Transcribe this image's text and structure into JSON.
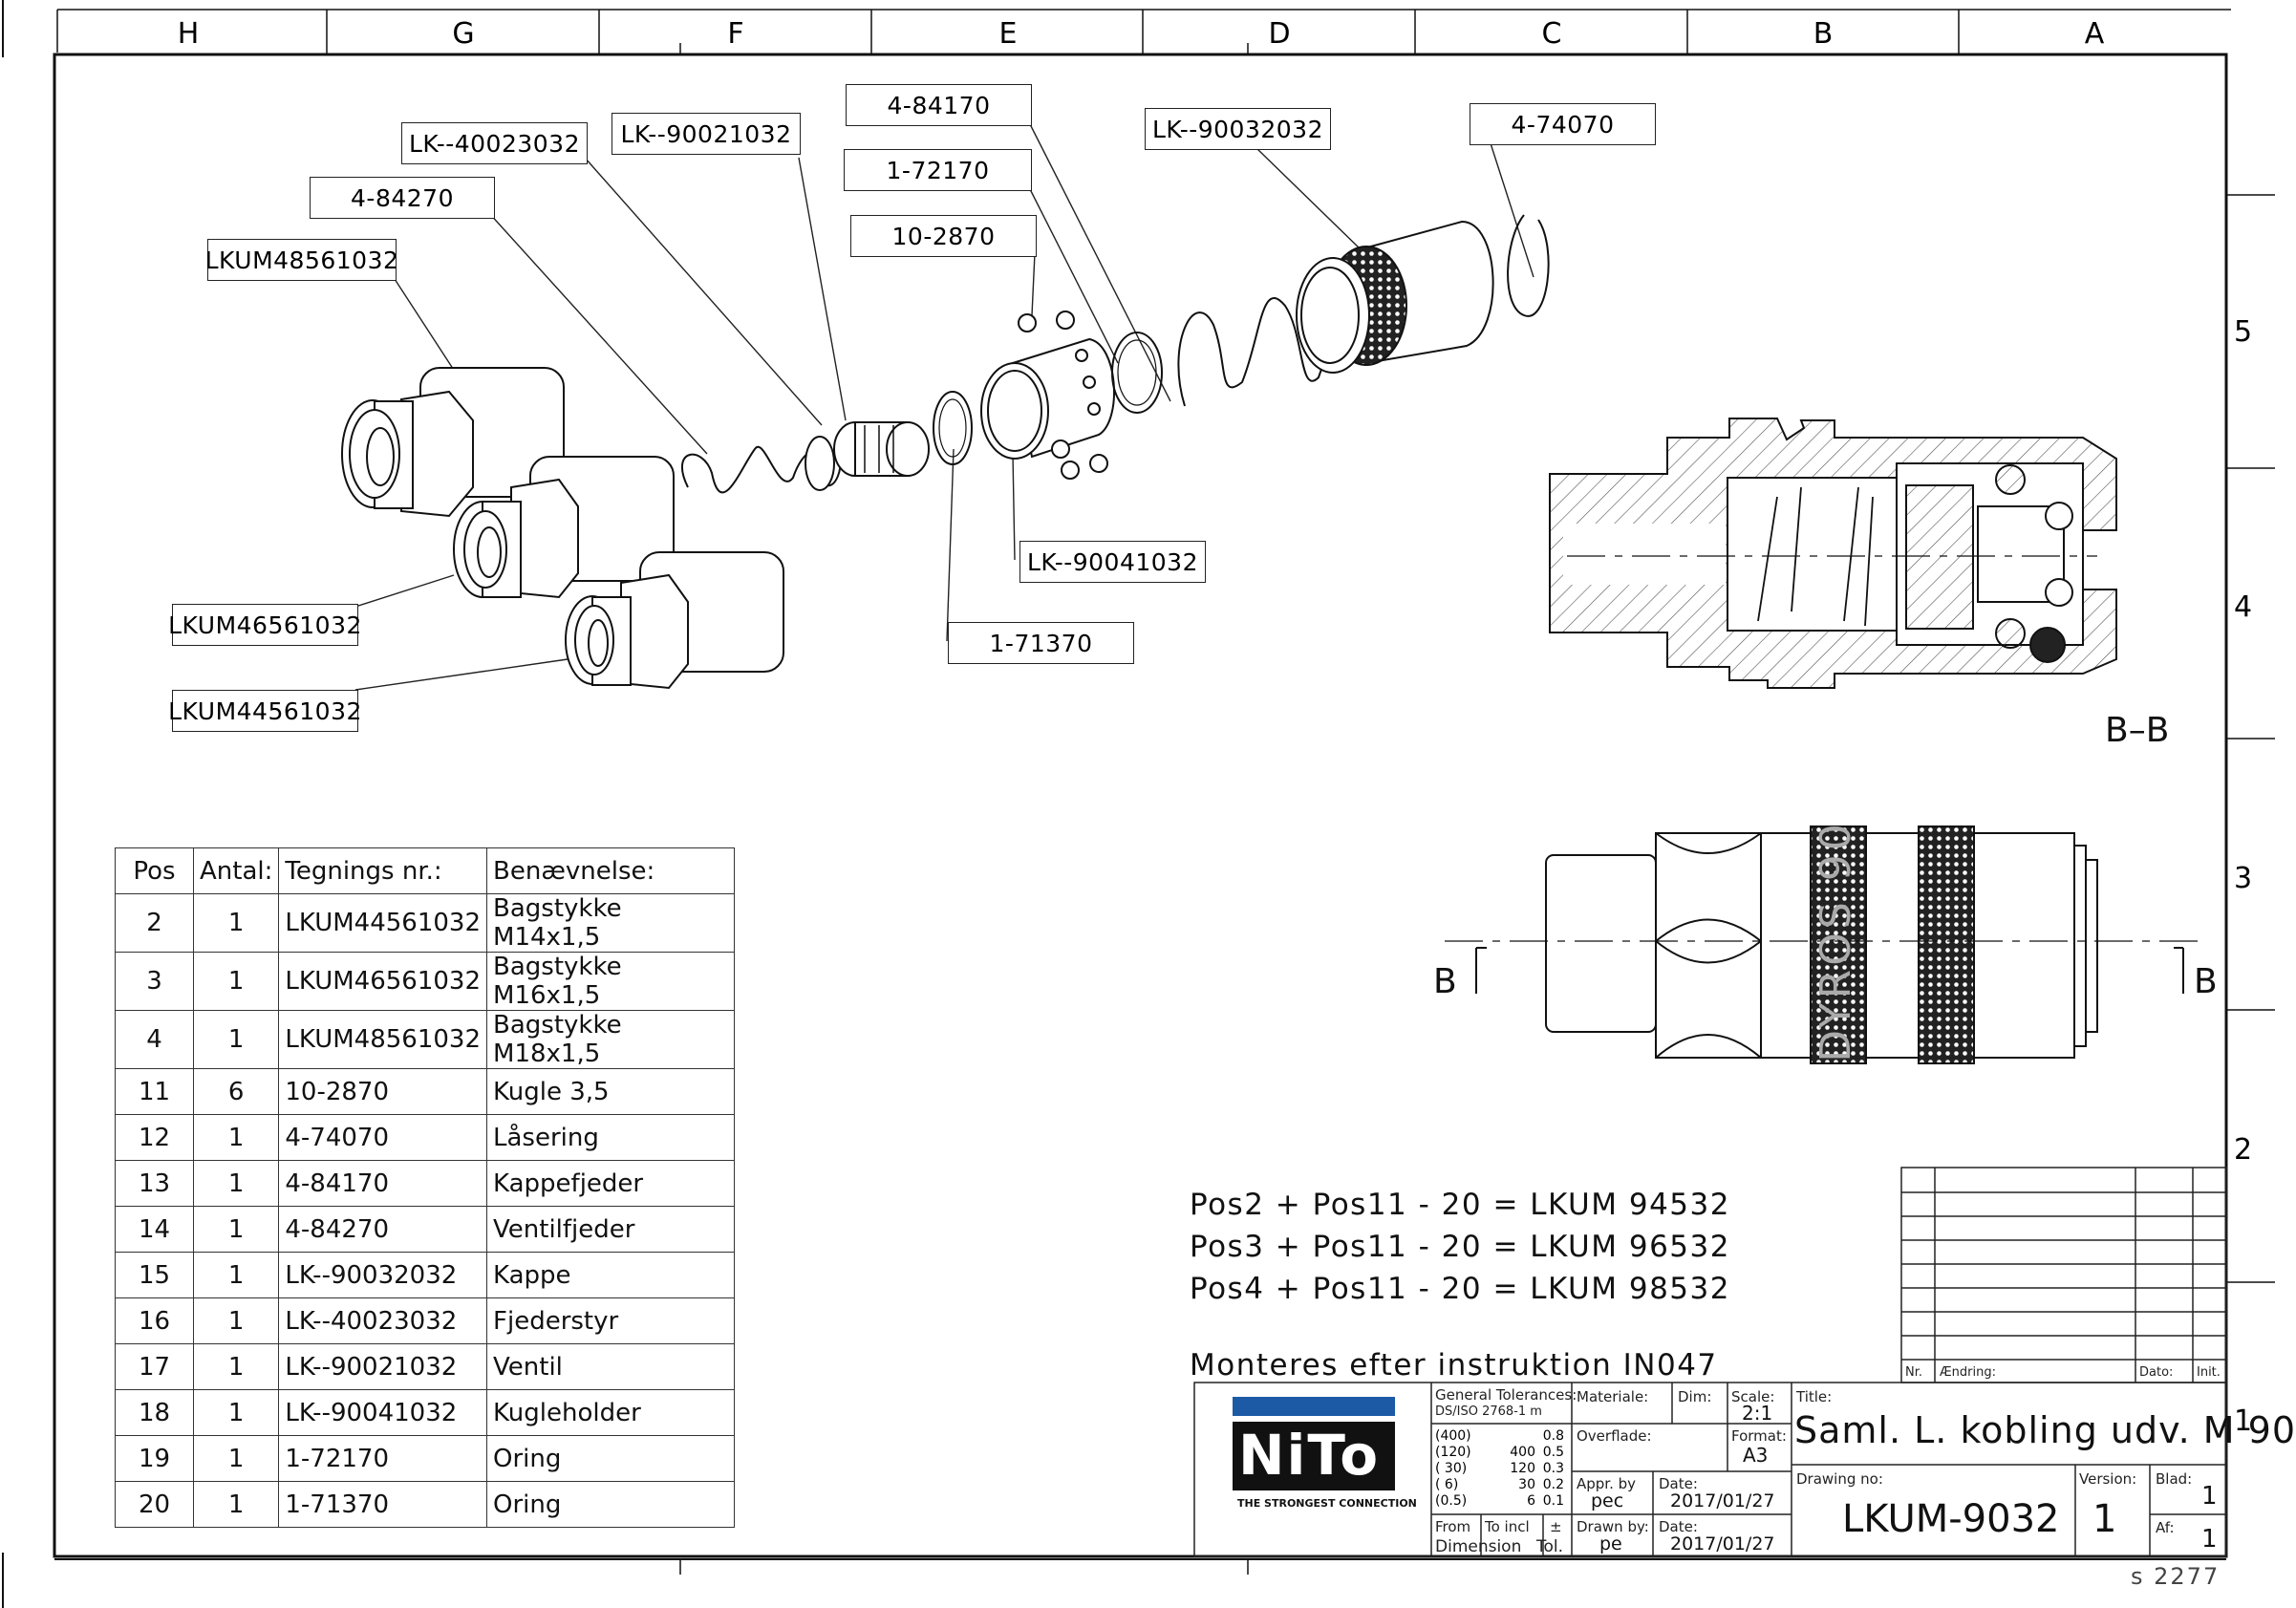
{
  "grid": {
    "columns": [
      "H",
      "G",
      "F",
      "E",
      "D",
      "C",
      "B",
      "A"
    ],
    "rows": [
      "5",
      "4",
      "3",
      "2",
      "1"
    ]
  },
  "callouts": {
    "p_4_84170": "4-84170",
    "p_lk_40023032": "LK--40023032",
    "p_lk_90021032": "LK--90021032",
    "p_1_72170": "1-72170",
    "p_lk_90032032": "LK--90032032",
    "p_4_74070": "4-74070",
    "p_4_84270": "4-84270",
    "p_10_2870": "10-2870",
    "p_lkum48561032": "LKUM48561032",
    "p_lk_90041032": "LK--90041032",
    "p_1_71370": "1-71370",
    "p_lkum46561032": "LKUM46561032",
    "p_lkum44561032": "LKUM44561032"
  },
  "section": {
    "label": "B–B",
    "cut_left": "B",
    "cut_right": "B",
    "body_mark": "DYROS 90"
  },
  "bom": {
    "headers": [
      "Pos",
      "Antal:",
      "Tegnings nr.:",
      "Benævnelse:"
    ],
    "rows": [
      [
        "2",
        "1",
        "LKUM44561032",
        "Bagstykke M14x1,5"
      ],
      [
        "3",
        "1",
        "LKUM46561032",
        "Bagstykke M16x1,5"
      ],
      [
        "4",
        "1",
        "LKUM48561032",
        "Bagstykke M18x1,5"
      ],
      [
        "11",
        "6",
        "10-2870",
        "Kugle 3,5"
      ],
      [
        "12",
        "1",
        "4-74070",
        "Låsering"
      ],
      [
        "13",
        "1",
        "4-84170",
        "Kappefjeder"
      ],
      [
        "14",
        "1",
        "4-84270",
        "Ventilfjeder"
      ],
      [
        "15",
        "1",
        "LK--90032032",
        "Kappe"
      ],
      [
        "16",
        "1",
        "LK--40023032",
        "Fjederstyr"
      ],
      [
        "17",
        "1",
        "LK--90021032",
        "Ventil"
      ],
      [
        "18",
        "1",
        "LK--90041032",
        "Kugleholder"
      ],
      [
        "19",
        "1",
        "1-72170",
        "Oring"
      ],
      [
        "20",
        "1",
        "1-71370",
        "Oring"
      ]
    ]
  },
  "notes": {
    "f1": "Pos2 + Pos11 - 20 = LKUM 94532",
    "f2": "Pos3 + Pos11 - 20 = LKUM 96532",
    "f3": "Pos4 + Pos11 - 20 = LKUM 98532",
    "instruction": "Monteres efter instruktion IN047"
  },
  "revision": {
    "nr": "Nr.",
    "change": "Ændring:",
    "date": "Dato:",
    "init": "Init."
  },
  "title_block": {
    "logo": "NiTo",
    "logo_tagline": "THE STRONGEST CONNECTION",
    "general_tolerances": "General Tolerances:",
    "tol_standard": "DS/ISO 2768-1 m",
    "tol_col1": [
      "(400)",
      "(120)",
      "( 30)",
      "(  6)",
      "(0.5)"
    ],
    "tol_col2": [
      "",
      "400",
      "120",
      "30",
      "6"
    ],
    "tol_col3": [
      "0.8",
      "0.5",
      "0.3",
      "0.2",
      "0.1"
    ],
    "from": "From",
    "to_incl": "To incl",
    "plusminus": "±",
    "dimension": "Dimension",
    "tol": "Tol.",
    "materiale": "Materiale:",
    "dim": "Dim:",
    "scale_label": "Scale:",
    "scale": "2:1",
    "overflade": "Overflade:",
    "format_label": "Format:",
    "format": "A3",
    "appr_by_label": "Appr. by",
    "appr_by": "pec",
    "date_label1": "Date:",
    "date1": "2017/01/27",
    "drawn_by_label": "Drawn by:",
    "drawn_by": "pe",
    "date_label2": "Date:",
    "date2": "2017/01/27",
    "title_label": "Title:",
    "title": "Saml. L. kobling udv. M 90",
    "drawing_no_label": "Drawing no:",
    "drawing_no": "LKUM-9032",
    "version_label": "Version:",
    "version": "1",
    "blad_label": "Blad:",
    "blad": "1",
    "af_label": "Af:",
    "af": "1"
  },
  "footer_code": "s 2277"
}
